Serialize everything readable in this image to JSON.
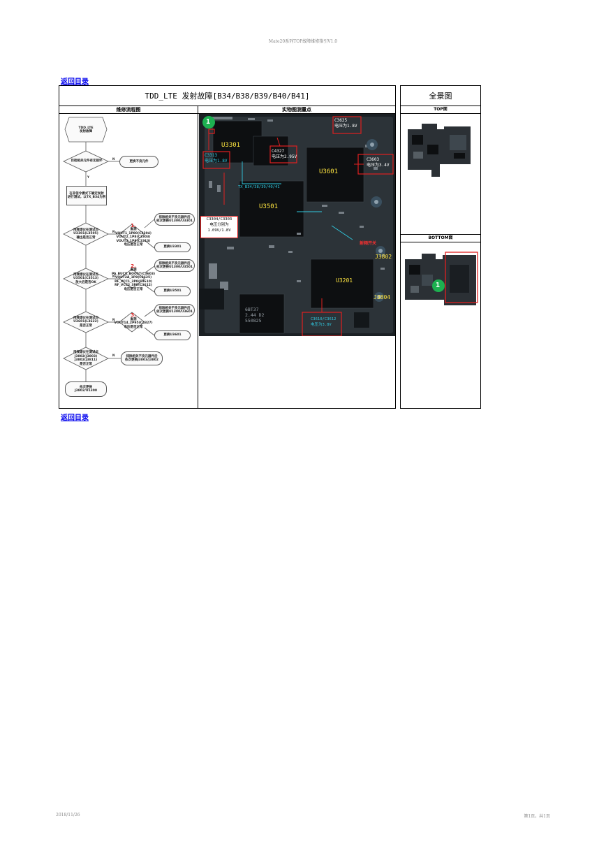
{
  "header": {
    "doc_title": "Mate20系列TOP故障维修指引V1.0"
  },
  "back_link_top": "返回目录",
  "back_link_bottom": "返回目录",
  "main": {
    "title": "TDD_LTE 发射故障[B34/B38/B39/B40/B41]",
    "col_flow": "维修流程图",
    "col_photo": "实物图测量点"
  },
  "flow": {
    "start": [
      "TDD_LTE",
      "发射故障"
    ],
    "d1": "目检相关元件有无损坏",
    "r1": "更换不良元件",
    "box1": [
      "在非信令模式下确定发射",
      "进行测试，以TX_B34为例"
    ],
    "d2": [
      "用频谱仪在测试点",
      "U3301(L3505)",
      "输出是否正常"
    ],
    "step1_num": "1.",
    "step1_title": "查测",
    "step1_lines": [
      "VOUT1_1P80(C3304)",
      "VOUT2_1P8(C3303)",
      "VOUT3_1P8(C3313)",
      "电压是否正常"
    ],
    "r2": [
      "排除相关不良元器件后",
      "依次更换U1300/U3301"
    ],
    "r2b": "更换U3301",
    "d3": [
      "用频谱仪在测试点",
      "U3501(C3513)",
      "放大后是否OK"
    ],
    "step2_num": "2.",
    "step2_title": "查测",
    "step2_lines": [
      "PA_BUCK_BOOST(C3603)",
      "VOUT2A_1P8(C3625)",
      "RF_VCC1_3P8(C3610)",
      "RF_VCC2_3P8(C3612)",
      "电压是否正常"
    ],
    "r3": [
      "排除相关不良元器件后",
      "依次更换U1300/U3501"
    ],
    "r3b": "更换U3501",
    "d4": [
      "用频谱仪在测试点",
      "U3601(L3622)",
      "是否正常"
    ],
    "step3_num": "3.",
    "step3_title": "查测",
    "step3_lines": [
      "VOUT14_2P95(C4327)",
      "电压是否正常"
    ],
    "r4": [
      "排除相关不良元器件后",
      "依次更换U1300/U3601"
    ],
    "r4b": "更换U3601",
    "d5": [
      "用频谱仪在测试点",
      "J3802(J3803)",
      "J3802(J3811)",
      "是否正常"
    ],
    "r5": [
      "排除相关不良元器件后",
      "依次更换J3803/J3802"
    ],
    "end": [
      "依次更换",
      "J3802/U1300"
    ],
    "y": "Y",
    "n": "N"
  },
  "photo_labels": {
    "u3301": "U3301",
    "c3313": "C3313",
    "c3313_v": "电压为1.8V",
    "c4327": "C4327",
    "c4327_v": "电压为2.95V",
    "c3603": "C3603",
    "c3603_v": "电压为3.4V",
    "c3625": "C3625",
    "c3625_v": "电压为1.8V",
    "u3601": "U3601",
    "tx_bands": "TX_B34/38/39/40/41",
    "u3501": "U3501",
    "c3304": "C3304/C3303",
    "c3304_v1": "电压分别为",
    "c3304_v2": "1.09V/1.8V",
    "switch": "射频开关",
    "j3802": "J3802",
    "u3201": "U3201",
    "j3804": "J3804",
    "c3610": "C3610/C3612",
    "c3610_v": "电压为3.8V",
    "chip_text": [
      "6BT37",
      "2.44 D2",
      "550825"
    ],
    "marker": "1"
  },
  "panel": {
    "title": "全景图",
    "top": "TOP面",
    "bottom": "BOTTOM面",
    "marker": "1"
  },
  "footer": {
    "date": "2018/11/26",
    "page": "第1页，共1页"
  }
}
